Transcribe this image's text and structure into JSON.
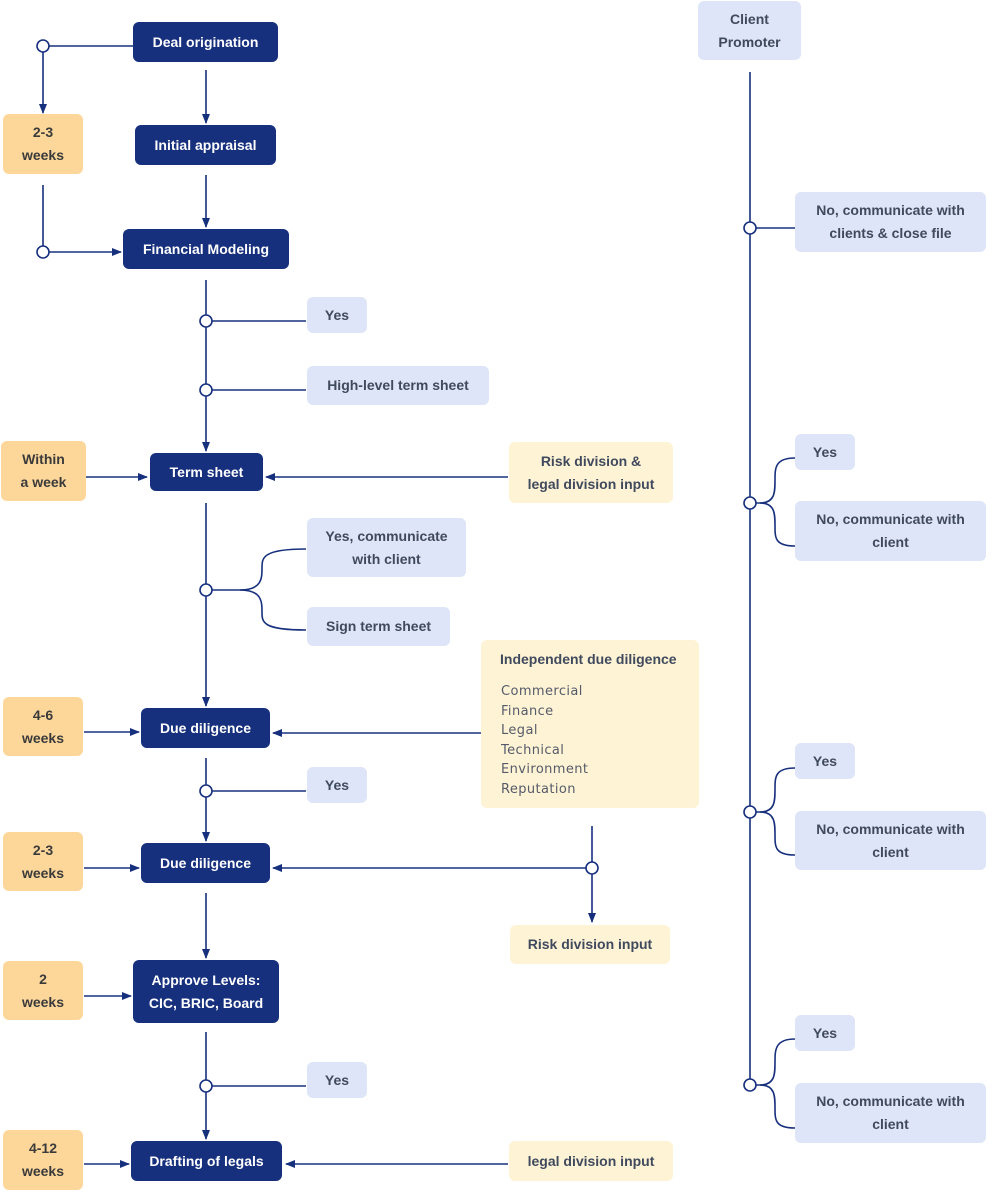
{
  "colors": {
    "process": "#17307d",
    "outcome": "#dfe5f8",
    "duration": "#fdd79a",
    "input": "#fef3d4",
    "connector": "#17307d"
  },
  "steps": {
    "deal_origination": "Deal origination",
    "initial_appraisal": "Initial appraisal",
    "financial_modeling": "Financial Modeling",
    "term_sheet": "Term sheet",
    "due_diligence_1": "Due diligence",
    "due_diligence_2": "Due diligence",
    "approve_levels": "Approve Levels:\nCIC, BRIC, Board",
    "drafting_legals": "Drafting of legals"
  },
  "durations": {
    "origination_to_modeling": "2-3\nweeks",
    "term_sheet": "Within\na week",
    "due_diligence_1": "4-6\nweeks",
    "due_diligence_2": "2-3\nweeks",
    "approve_levels": "2\nweeks",
    "drafting_legals": "4-12\nweeks"
  },
  "outcomes": {
    "modeling_yes": "Yes",
    "high_level_term_sheet": "High-level term sheet",
    "yes_communicate_client": "Yes, communicate\nwith client",
    "sign_term_sheet": "Sign term sheet",
    "dd_yes": "Yes",
    "approval_yes": "Yes"
  },
  "inputs": {
    "risk_legal_input": "Risk division &\nlegal division input",
    "risk_division_input": "Risk division input",
    "legal_division_input": "legal division input",
    "independent_dd": {
      "heading": "Independent due diligence",
      "items": [
        "Commercial",
        "Finance",
        "Legal",
        "Technical",
        "Environment",
        "Reputation"
      ]
    }
  },
  "client_promoter": {
    "title": "Client\nPromoter",
    "no_close_file": "No, communicate with\nclients & close file",
    "branch_1": {
      "yes": "Yes",
      "no": "No, communicate with\nclient"
    },
    "branch_2": {
      "yes": "Yes",
      "no": "No, communicate with\nclient"
    },
    "branch_3": {
      "yes": "Yes",
      "no": "No, communicate with\nclient"
    }
  }
}
